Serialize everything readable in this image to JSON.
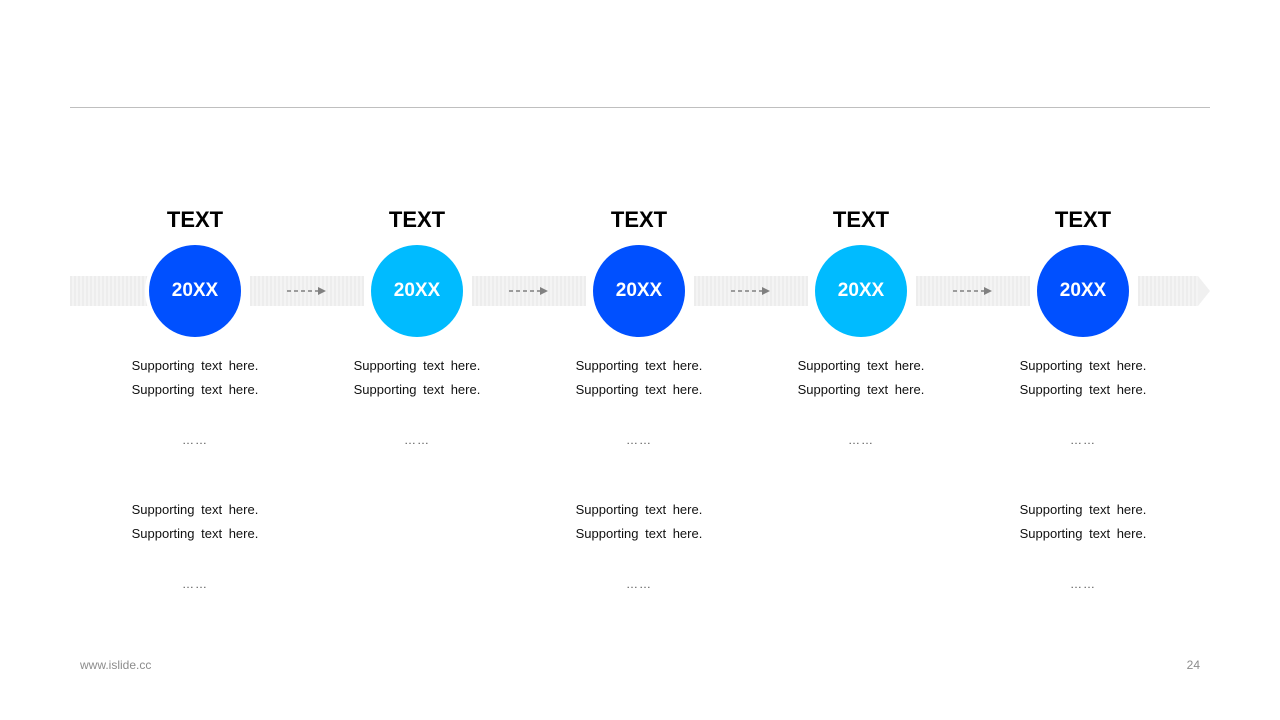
{
  "colors": {
    "dark_blue": "#0050ff",
    "light_blue": "#00bbff",
    "band": "#efefef",
    "rule": "#bfbfbf"
  },
  "stages": [
    {
      "title": "TEXT",
      "year": "20XX",
      "color": "dark_blue",
      "block1": [
        "Supporting text here.",
        "Supporting text here."
      ],
      "ellipsis1": "……",
      "block2": [
        "Supporting text here.",
        "Supporting text here."
      ],
      "ellipsis2": "……"
    },
    {
      "title": "TEXT",
      "year": "20XX",
      "color": "light_blue",
      "block1": [
        "Supporting text here.",
        "Supporting text here."
      ],
      "ellipsis1": "……"
    },
    {
      "title": "TEXT",
      "year": "20XX",
      "color": "dark_blue",
      "block1": [
        "Supporting text here.",
        "Supporting text here."
      ],
      "ellipsis1": "……",
      "block2": [
        "Supporting text here.",
        "Supporting text here."
      ],
      "ellipsis2": "……"
    },
    {
      "title": "TEXT",
      "year": "20XX",
      "color": "light_blue",
      "block1": [
        "Supporting text here.",
        "Supporting text here."
      ],
      "ellipsis1": "……"
    },
    {
      "title": "TEXT",
      "year": "20XX",
      "color": "dark_blue",
      "block1": [
        "Supporting text here.",
        "Supporting text here."
      ],
      "ellipsis1": "……",
      "block2": [
        "Supporting text here.",
        "Supporting text here."
      ],
      "ellipsis2": "……"
    }
  ],
  "footer": {
    "url": "www.islide.cc",
    "page": "24"
  }
}
